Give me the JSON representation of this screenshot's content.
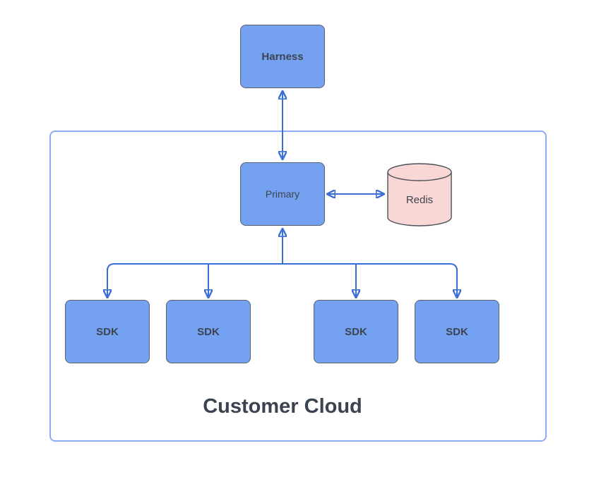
{
  "container": {
    "label": "Customer Cloud"
  },
  "nodes": {
    "harness": {
      "label": "Harness"
    },
    "primary": {
      "label": "Primary"
    },
    "redis": {
      "label": "Redis"
    },
    "sdks": [
      {
        "label": "SDK"
      },
      {
        "label": "SDK"
      },
      {
        "label": "SDK"
      },
      {
        "label": "SDK"
      }
    ]
  },
  "edges": [
    {
      "from": "Harness",
      "to": "Primary",
      "arrows": "both"
    },
    {
      "from": "Primary",
      "to": "Redis",
      "arrows": "both"
    },
    {
      "from": "Primary",
      "to": "SDK x4",
      "arrows": "both",
      "style": "fan-out bus with arrowheads into each SDK and one arrowhead up into Primary"
    }
  ],
  "colors": {
    "node_fill": "#74a1f0",
    "node_border": "#59606a",
    "redis_fill": "#f8d7d5",
    "redis_border": "#4b5158",
    "connector": "#3b6fd8",
    "container_border": "#8cacf6",
    "node_label_text": "#3e4450",
    "container_label_text": "#3c4350",
    "background": "#ffffff"
  }
}
